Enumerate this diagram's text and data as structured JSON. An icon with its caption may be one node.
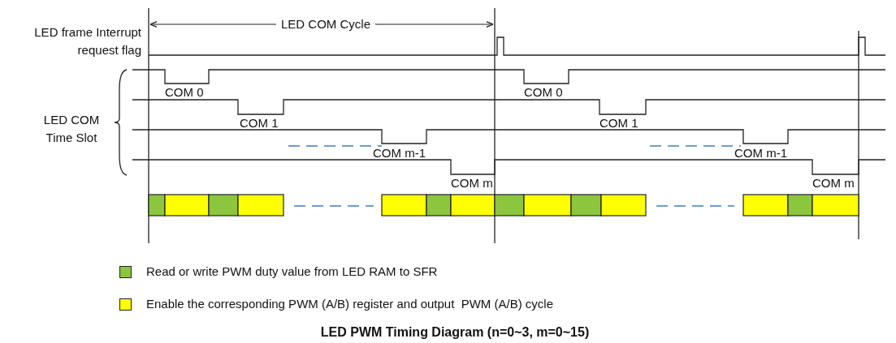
{
  "diagram": {
    "caption": "LED PWM Timing Diagram (n=0~3, m=0~15)",
    "labels": [
      "LED COM Cycle",
      "LED frame Interrupt request flag",
      "LED COM Time Slot",
      "COM 0",
      "COM 1",
      "COM m-1",
      "COM m",
      "COM 0",
      "COM 1",
      "COM m-1",
      "COM m"
    ],
    "legend": [
      {
        "text": "Read or write PWM duty value from LED RAM to SFR",
        "color": "#8cc63f"
      },
      {
        "text": "Enable the corresponding PWM (A/B) register and output  PWM (A/B) cycle",
        "color": "#ffff00"
      }
    ]
  }
}
